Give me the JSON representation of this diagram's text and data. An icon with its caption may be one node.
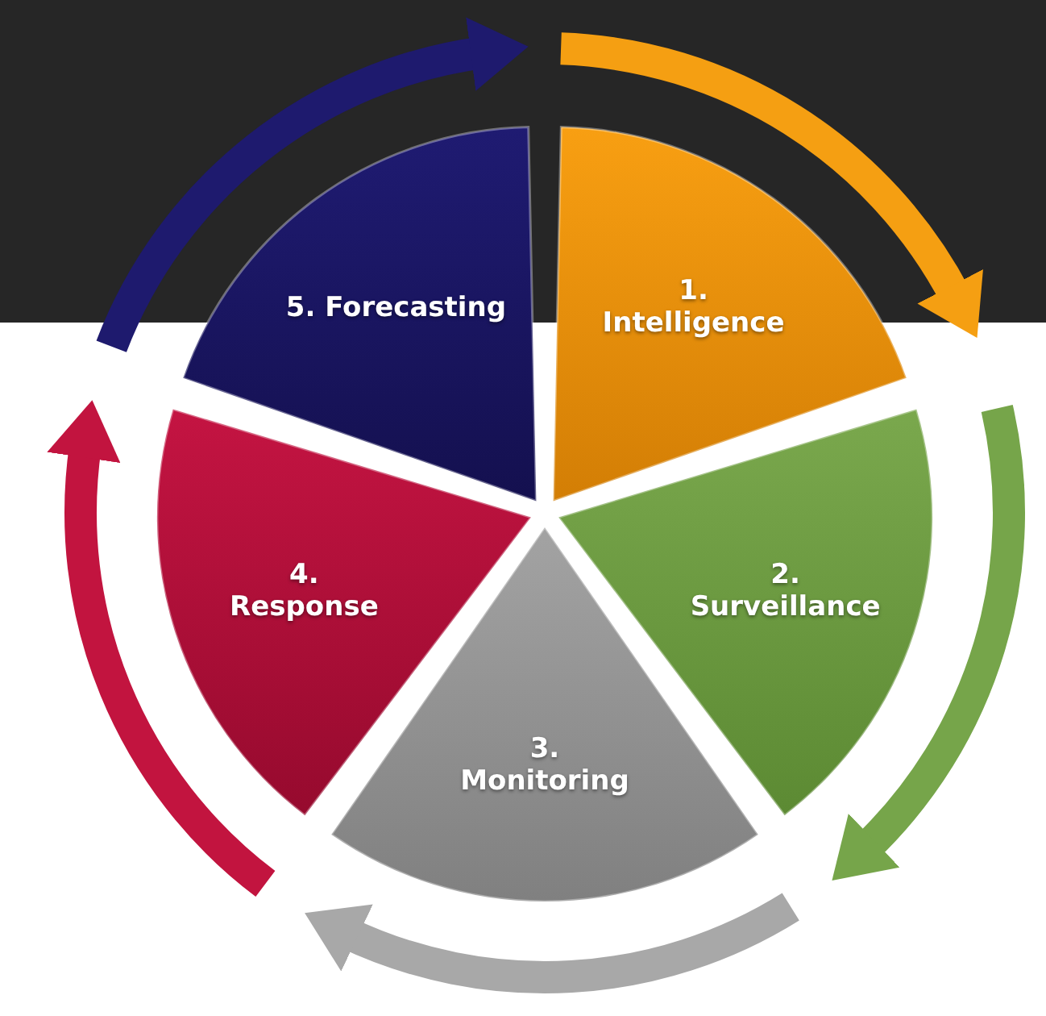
{
  "diagram": {
    "nodes": [
      {
        "text": [
          "1. Intelligence"
        ]
      },
      {
        "text": [
          "2. Surveillance"
        ]
      },
      {
        "text": [
          "3. Monitoring"
        ]
      },
      {
        "text": [
          "4. Response"
        ]
      },
      {
        "text": [
          "5. Forecasting"
        ]
      }
    ]
  }
}
